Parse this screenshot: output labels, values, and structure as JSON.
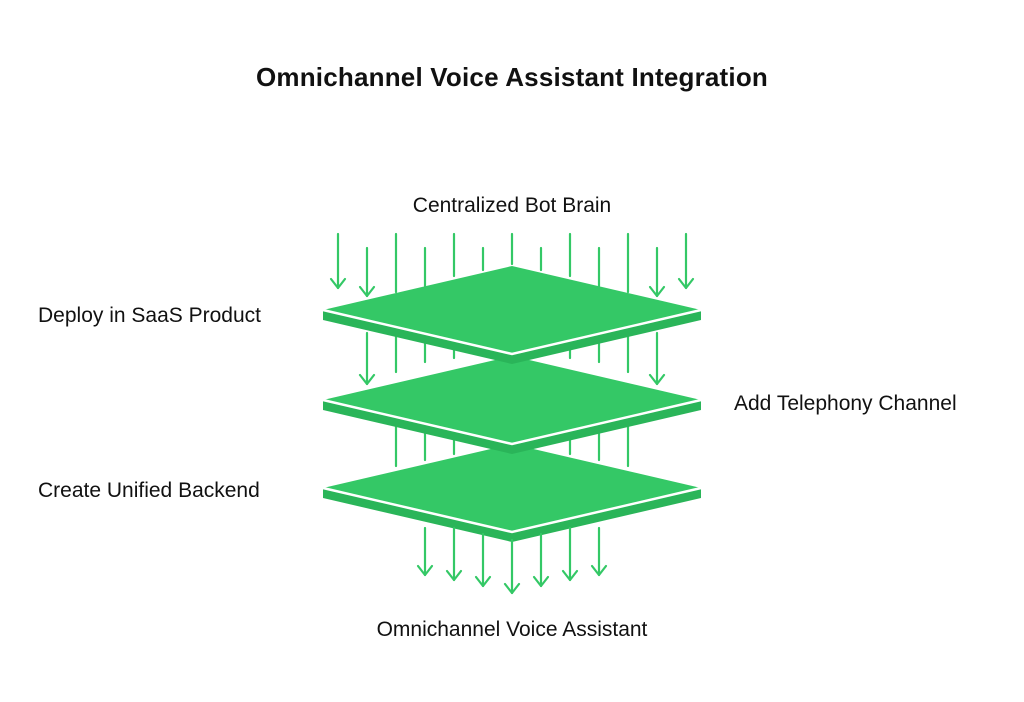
{
  "diagram": {
    "title": "Omnichannel Voice Assistant Integration",
    "input_label": "Centralized Bot Brain",
    "output_label": "Omnichannel Voice Assistant",
    "layers": [
      {
        "label": "Deploy in SaaS Product"
      },
      {
        "label": "Add Telephony Channel"
      },
      {
        "label": "Create Unified Backend"
      }
    ],
    "colors": {
      "layer_fill": "#34C866",
      "layer_edge": "#2AB559",
      "arrow": "#34C866",
      "text": "#111111"
    }
  }
}
